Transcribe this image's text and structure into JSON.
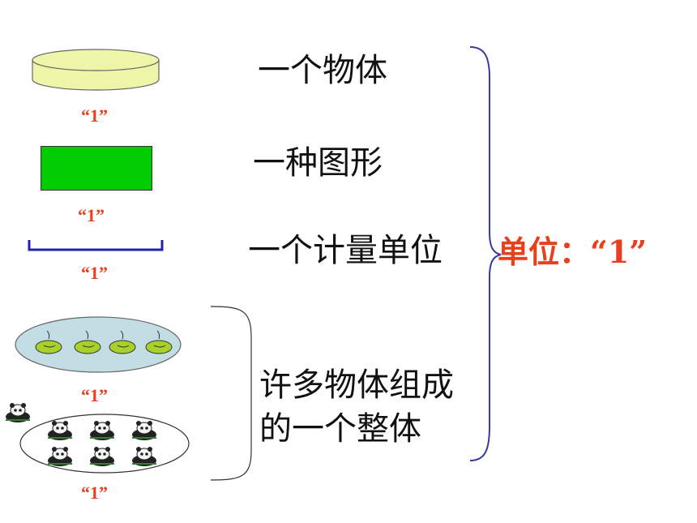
{
  "items": [
    {
      "shape": "cylinder-disk",
      "label": "“1”",
      "text": "一个物体"
    },
    {
      "shape": "rectangle",
      "label": "“1”",
      "text": "一种图形"
    },
    {
      "shape": "measuring-bracket",
      "label": "“1”",
      "text": "一个计量单位"
    },
    {
      "shape": "ellipse-of-leaves",
      "label": "“1”"
    },
    {
      "shape": "ellipse-of-pandas",
      "label": "“1”"
    }
  ],
  "group_text": {
    "line1": "许多物体组成",
    "line2": "的一个整体"
  },
  "unit_text": "单位：“1”",
  "colors": {
    "label": "#e8401c",
    "disk_fill": "#eef5a8",
    "rect_fill": "#00cc00",
    "bracket": "#2222aa",
    "leaf_ellipse_fill": "#c2dde3",
    "leaf": "#a8d22a",
    "brace": "#3a3a9a"
  }
}
